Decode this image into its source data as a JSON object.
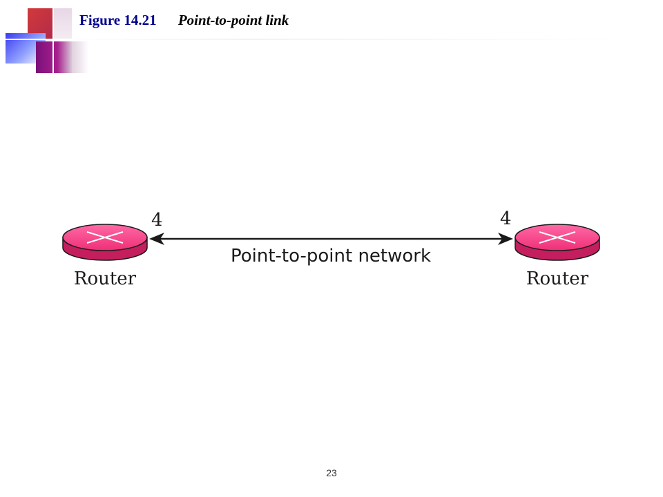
{
  "title": {
    "figure_number": "Figure 14.21",
    "caption": "Point-to-point link"
  },
  "diagram": {
    "left_router": {
      "label": "Router",
      "interface_cost": "4",
      "icon": "router-icon"
    },
    "right_router": {
      "label": "Router",
      "interface_cost": "4",
      "icon": "router-icon"
    },
    "link": {
      "label": "Point-to-point network",
      "style": "double-arrow"
    }
  },
  "colors": {
    "title": "#00008b",
    "router_fill": "#f0347a",
    "router_dark": "#b01850",
    "link": "#1a1a1a"
  },
  "footer": {
    "page_number": "23"
  }
}
